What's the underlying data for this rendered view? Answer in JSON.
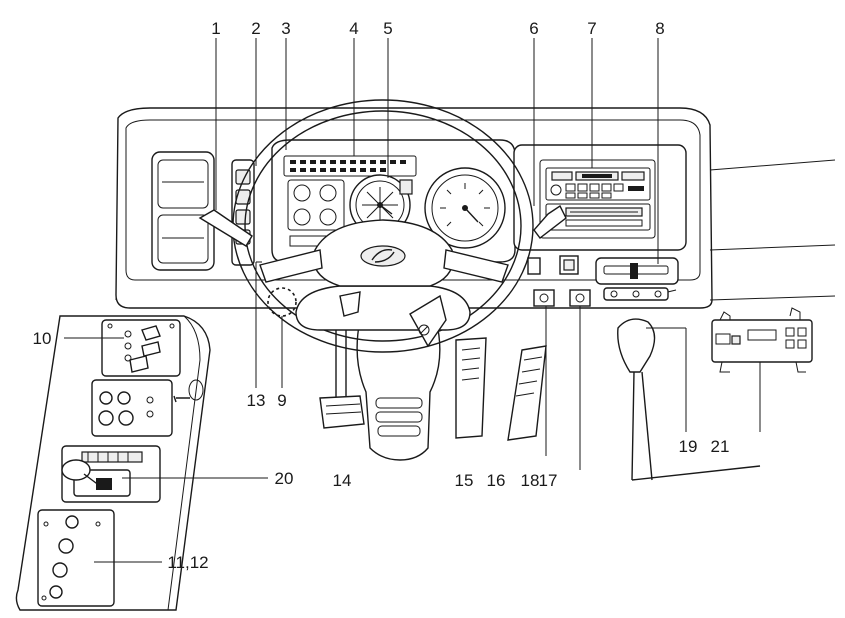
{
  "diagram": {
    "callouts": [
      {
        "id": "c1",
        "label": "1"
      },
      {
        "id": "c2",
        "label": "2"
      },
      {
        "id": "c3",
        "label": "3"
      },
      {
        "id": "c4",
        "label": "4"
      },
      {
        "id": "c5",
        "label": "5"
      },
      {
        "id": "c6",
        "label": "6"
      },
      {
        "id": "c7",
        "label": "7"
      },
      {
        "id": "c8",
        "label": "8"
      },
      {
        "id": "c9",
        "label": "9"
      },
      {
        "id": "c10",
        "label": "10"
      },
      {
        "id": "c11",
        "label": "11,12"
      },
      {
        "id": "c13",
        "label": "13"
      },
      {
        "id": "c14",
        "label": "14"
      },
      {
        "id": "c15",
        "label": "15"
      },
      {
        "id": "c16",
        "label": "16"
      },
      {
        "id": "c17a",
        "label": "18"
      },
      {
        "id": "c17b",
        "label": "17"
      },
      {
        "id": "c19",
        "label": "19"
      },
      {
        "id": "c20",
        "label": "20"
      },
      {
        "id": "c21",
        "label": "21"
      }
    ],
    "colors": {
      "ink": "#1a1a1a",
      "paper": "#ffffff",
      "shade": "#eeeeee"
    }
  }
}
